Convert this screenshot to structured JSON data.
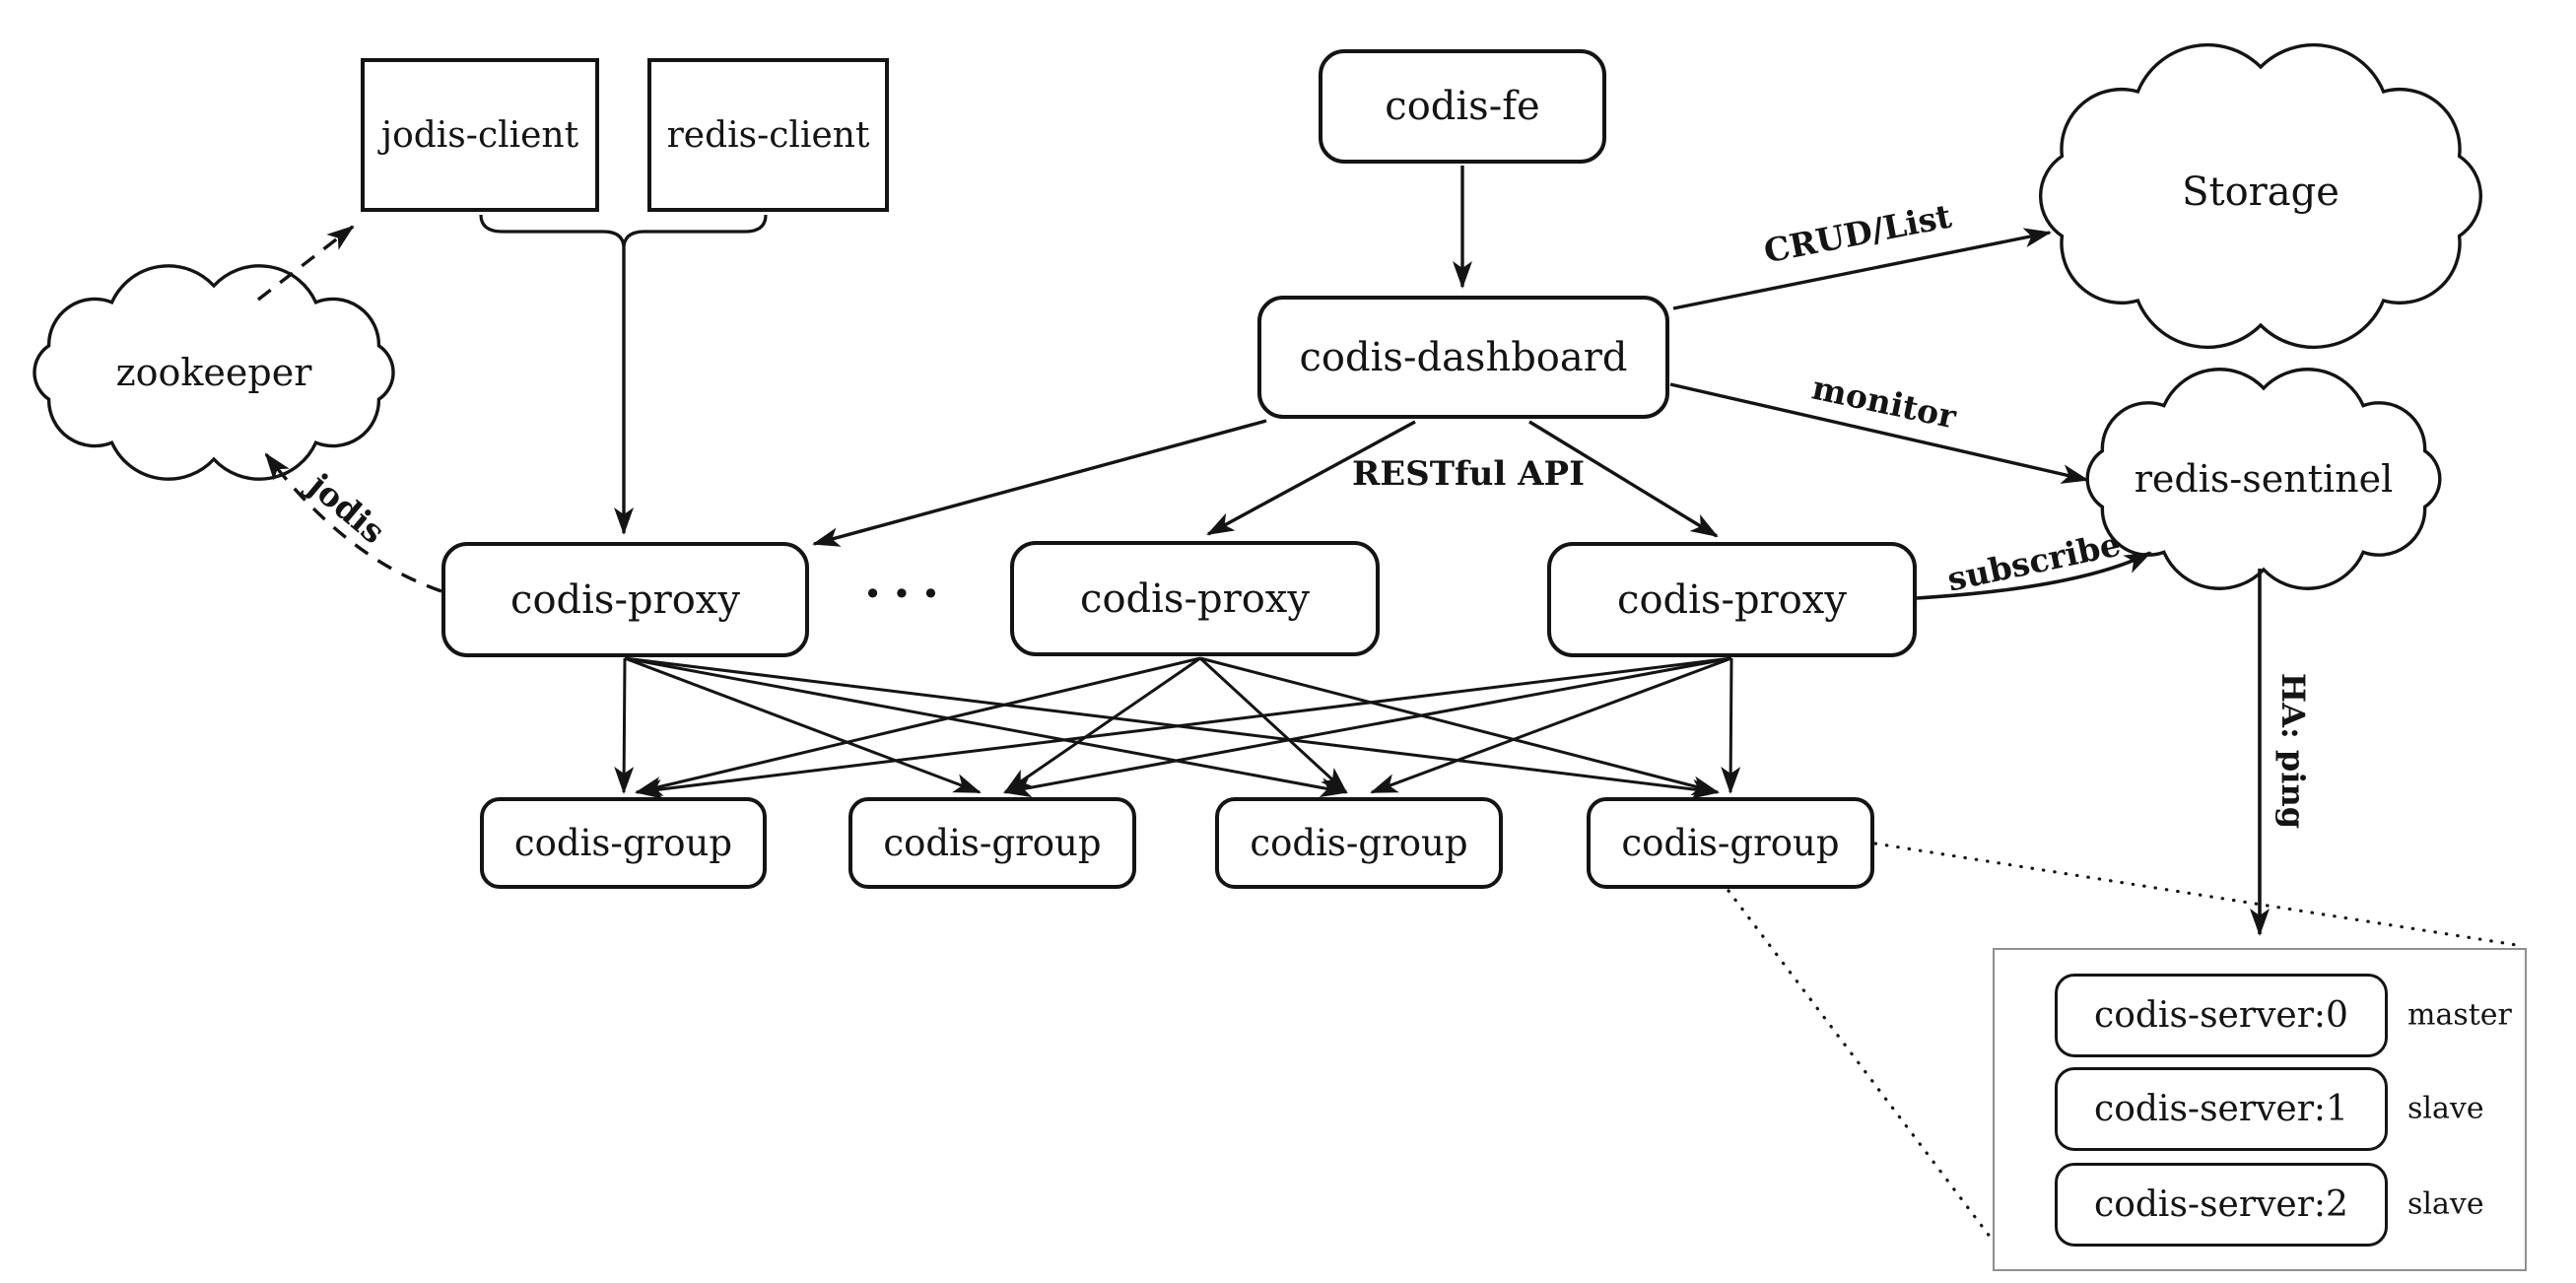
{
  "nodes": {
    "jodis_client": "jodis-client",
    "redis_client": "redis-client",
    "codis_fe": "codis-fe",
    "codis_dashboard": "codis-dashboard",
    "zookeeper": "zookeeper",
    "storage": "Storage",
    "redis_sentinel": "redis-sentinel",
    "codis_proxy": "codis-proxy",
    "proxy_ellipsis": "···",
    "codis_group": "codis-group",
    "codis_server_0": "codis-server:0",
    "codis_server_1": "codis-server:1",
    "codis_server_2": "codis-server:2"
  },
  "edges": {
    "crud_list": "CRUD/List",
    "monitor": "monitor",
    "restful_api": "RESTful API",
    "subscribe": "subscribe",
    "jodis": "jodis",
    "ha_ping": "HA: ping"
  },
  "server_roles": {
    "server0": "master",
    "server1": "slave",
    "server2": "slave"
  },
  "colors": {
    "line": "#141414",
    "container_border": "#909090",
    "background": "#ffffff"
  }
}
